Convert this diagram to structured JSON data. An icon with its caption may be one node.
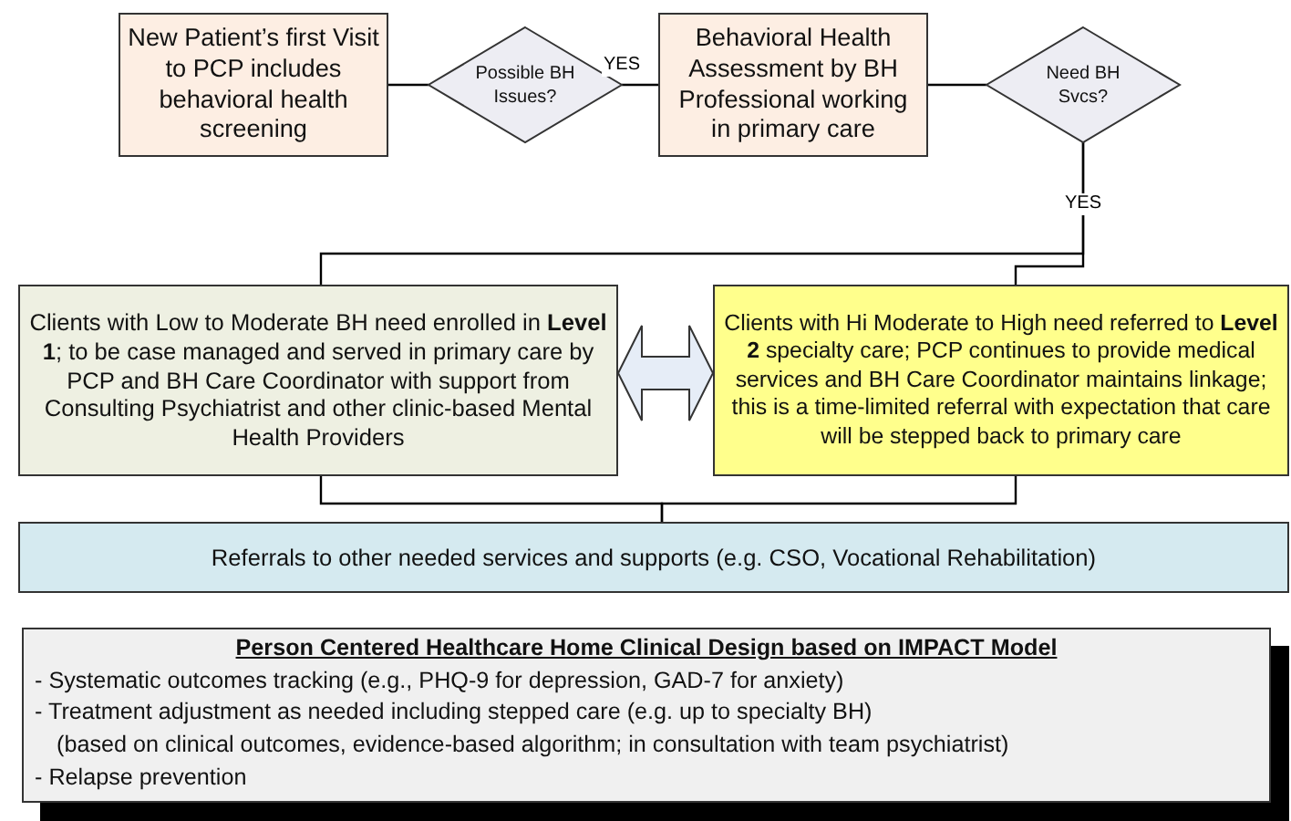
{
  "diagram": {
    "nodes": [
      {
        "text": [
          "New Patient’s first Visit to PCP includes behavioral health screening"
        ]
      },
      {
        "text": [
          "Possible BH Issues?"
        ]
      },
      {
        "text": [
          "Behavioral Health Assessment by BH Professional working in primary care"
        ]
      },
      {
        "text": [
          "Need BH Svcs?"
        ]
      },
      {
        "text": [
          "Clients with Low to Moderate BH need  enrolled in **Level 1**; to be case managed and served in primary care by PCP and BH Care Coordinator with support from Consulting Psychiatrist and other clinic-based Mental Health Providers"
        ]
      },
      {
        "text": [
          "Clients with Hi Moderate to High need referred to **Level 2** specialty care; PCP continues to provide medical services and BH Care Coordinator maintains linkage; this is a time-limited referral with expectation that care will be stepped back to primary care"
        ]
      },
      {
        "text": [
          "Referrals to other needed services and supports (e.g. CSO, Vocational Rehabilitation)"
        ]
      },
      {
        "text": [
          "Person Centered Healthcare Home Clinical Design based on IMPACT Model",
          "- Systematic outcomes tracking (e.g., PHQ-9 for depression, GAD-7 for anxiety)",
          "- Treatment adjustment as needed including stepped care (e.g. up to specialty BH)",
          "(based on clinical outcomes, evidence-based algorithm; in consultation with team psychiatrist)",
          "- Relapse prevention"
        ]
      }
    ],
    "edges": [
      {
        "from": 0,
        "to": 1,
        "arrow": "none"
      },
      {
        "from": 1,
        "to": 2,
        "arrow": "none",
        "label": "YES"
      },
      {
        "from": 2,
        "to": 3,
        "arrow": "none"
      },
      {
        "from": 3,
        "to": 4,
        "arrow": "none",
        "label": "YES"
      },
      {
        "from": 3,
        "to": 5,
        "arrow": "none"
      },
      {
        "from": 4,
        "to": 5,
        "arrow": "both",
        "style": "thick"
      },
      {
        "from": 4,
        "to": 6,
        "arrow": "none"
      },
      {
        "from": 5,
        "to": 6,
        "arrow": "none"
      }
    ]
  }
}
